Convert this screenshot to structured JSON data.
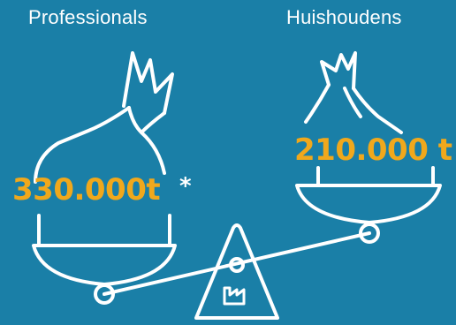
{
  "titles": {
    "left": "Professionals",
    "right": "Huishoudens"
  },
  "amounts": {
    "left": "330.000t",
    "left_mark": "*",
    "right": "210.000 t"
  },
  "icons": {
    "left_bag": "waste-bag-icon",
    "right_bag": "waste-bag-icon",
    "fulcrum": "factory-icon"
  },
  "colors": {
    "background": "#1a7fa7",
    "line": "#ffffff",
    "accent": "#f0a81c"
  }
}
